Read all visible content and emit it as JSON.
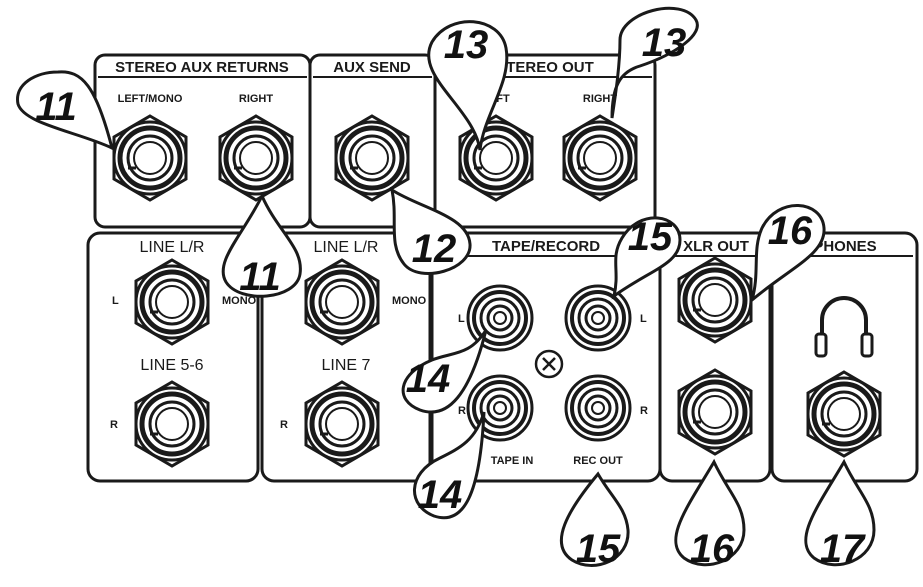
{
  "sections": {
    "stereo_aux_returns": "STEREO AUX RETURNS",
    "aux_send": "AUX SEND",
    "stereo_out": "STEREO OUT",
    "tape_record": "TAPE/RECORD",
    "xlr_out": "XLR OUT",
    "phones": "PHONES",
    "line_lr_1": "LINE L/R",
    "line_lr_2": "LINE L/R",
    "line_5_6": "LINE 5-6",
    "line_7": "LINE 7"
  },
  "jack_labels": {
    "left_mono": "LEFT/MONO",
    "right": "RIGHT",
    "left": "LEFT",
    "right_out": "RIGHT",
    "l": "L",
    "r": "R",
    "mono": "MONO",
    "tape_in": "TAPE IN",
    "rec_out": "REC OUT"
  },
  "callouts": [
    "11",
    "11",
    "12",
    "13",
    "13",
    "14",
    "14",
    "15",
    "15",
    "16",
    "16",
    "17"
  ],
  "colors": {
    "ink": "#1a1a1a",
    "paper": "#ffffff"
  },
  "icons": [
    "headphones-icon",
    "ground-symbol-icon"
  ]
}
